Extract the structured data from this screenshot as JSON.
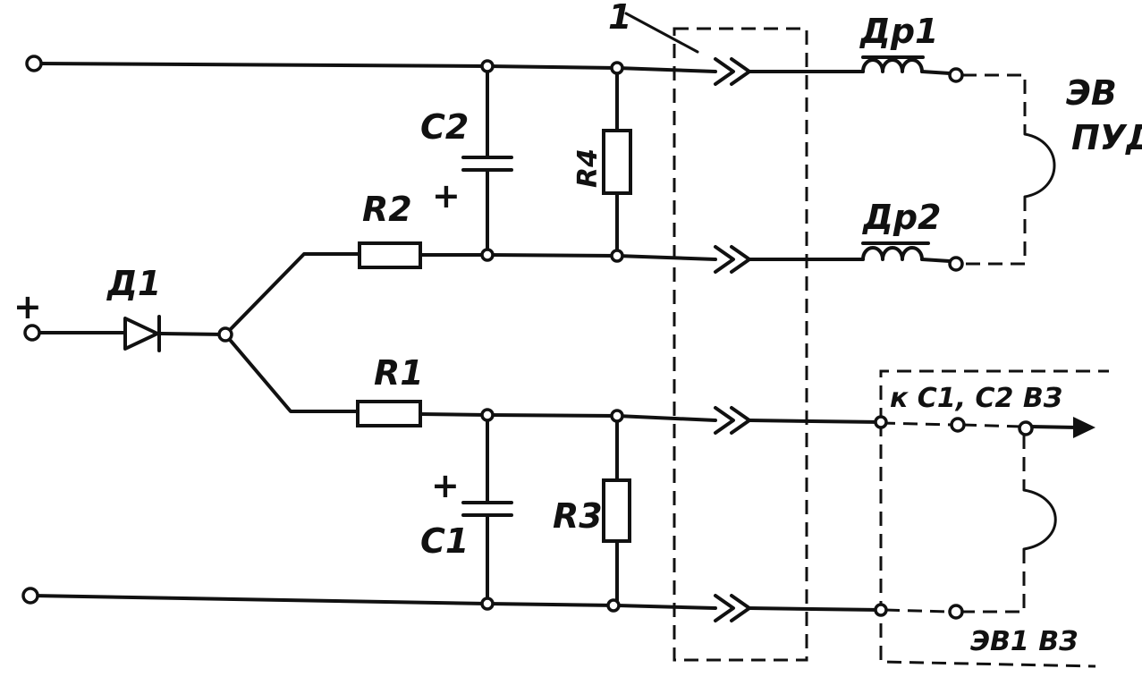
{
  "labels": {
    "d1": "Д1",
    "r1": "R1",
    "r2": "R2",
    "r3": "R3",
    "r4": "R4",
    "c1": "C1",
    "c2": "C2",
    "dr1": "Др1",
    "dr2": "Др2",
    "plus_input": "+",
    "plus_c1": "+",
    "plus_c2": "+",
    "callout": "1",
    "ev_pud_line1": "ЭВ",
    "ev_pud_line2": "ПУД",
    "to_c1c2": "к C1, C2 ВЗ",
    "ev1_vz": "ЭВ1 ВЗ"
  }
}
